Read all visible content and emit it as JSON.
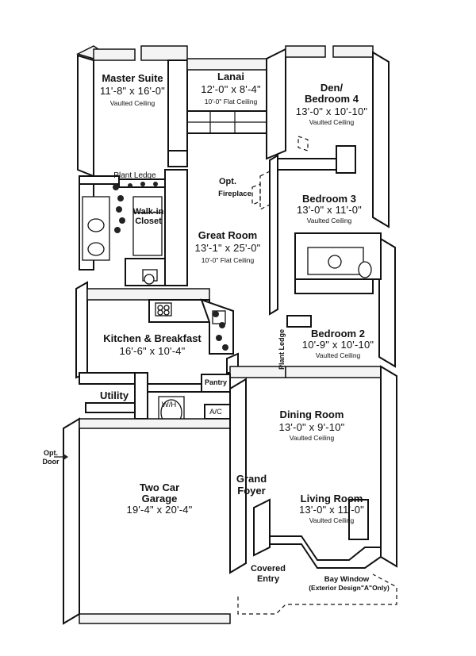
{
  "rooms": {
    "master_suite": {
      "name": "Master Suite",
      "dims": "11'-8\" x 16'-0\"",
      "note": "Vaulted Ceiling"
    },
    "lanai": {
      "name": "Lanai",
      "dims": "12'-0\" x 8'-4\"",
      "note": "10'-0\" Flat Ceiling"
    },
    "den": {
      "name": "Den/",
      "name2": "Bedroom 4",
      "dims": "13'-0\" x 10'-10\"",
      "note": "Vaulted Ceiling"
    },
    "bedroom3": {
      "name": "Bedroom 3",
      "dims": "13'-0\" x 11'-0\"",
      "note": "Vaulted Ceiling"
    },
    "great_room": {
      "name": "Great Room",
      "dims": "13'-1\" x 25'-0\"",
      "note": "10'-0\" Flat Ceiling"
    },
    "kitchen": {
      "name": "Kitchen & Breakfast",
      "dims": "16'-6\" x 10'-4\""
    },
    "bedroom2": {
      "name": "Bedroom 2",
      "dims": "10'-9\" x 10'-10\"",
      "note": "Vaulted Ceiling"
    },
    "dining": {
      "name": "Dining Room",
      "dims": "13'-0\" x 9'-10\"",
      "note": "Vaulted Ceiling"
    },
    "living": {
      "name": "Living Room",
      "dims": "13'-0\" x 11'-0\"",
      "note": "Vaulted Ceiling"
    },
    "garage": {
      "name": "Two Car",
      "name2": "Garage",
      "dims": "19'-4\" x 20'-4\""
    }
  },
  "labels": {
    "plant_ledge_top": "Plant Ledge",
    "walk_in_closet": "Walk-in",
    "walk_in_closet2": "Closet",
    "opt_fireplace": "Opt.",
    "opt_fireplace2": "Fireplace",
    "plant_ledge_side": "Plant Ledge",
    "pantry": "Pantry",
    "utility": "Utility",
    "wh": "W/H",
    "ac": "A/C",
    "opt_door": "Opt.",
    "opt_door2": "Door",
    "grand_foyer": "Grand",
    "grand_foyer2": "Foyer",
    "covered_entry": "Covered",
    "covered_entry2": "Entry",
    "bay_window": "Bay Window",
    "bay_window_note": "(Exterior Design\"A\"Only)"
  }
}
